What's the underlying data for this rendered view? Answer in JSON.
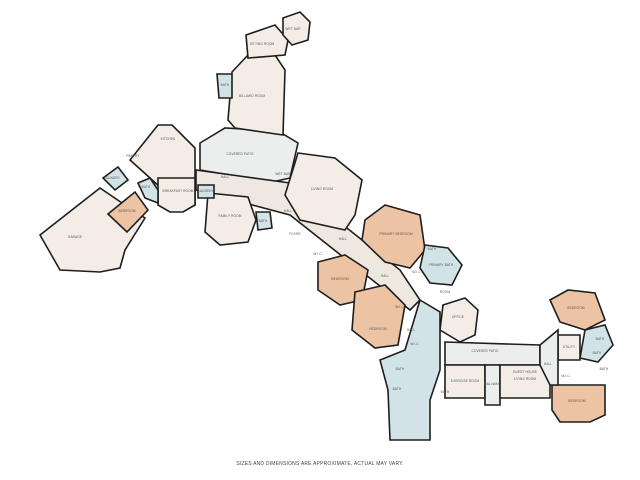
{
  "colors": {
    "floor": "#f3ede6",
    "bedroom": "#edc4a3",
    "bath": "#d2e3e7",
    "patio": "#eceeee",
    "wall": "#1e1e1e"
  },
  "rooms": [
    {
      "name": "WET BAR"
    },
    {
      "name": "SITTING ROOM"
    },
    {
      "name": "BILLIARD ROOM"
    },
    {
      "name": "BATH"
    },
    {
      "name": "KITCHEN"
    },
    {
      "name": "COVERED PATIO"
    },
    {
      "name": "PANTRY"
    },
    {
      "name": "LAUNDRY"
    },
    {
      "name": "BATH"
    },
    {
      "name": "BREAKFAST ROOM"
    },
    {
      "name": "HALL"
    },
    {
      "name": "LAUNDRY"
    },
    {
      "name": "WET BAR"
    },
    {
      "name": "LIVING ROOM"
    },
    {
      "name": "BEDROOM"
    },
    {
      "name": "GARAGE"
    },
    {
      "name": "FAMILY ROOM"
    },
    {
      "name": "BATH"
    },
    {
      "name": "HALL"
    },
    {
      "name": "FOYER"
    },
    {
      "name": "HALL"
    },
    {
      "name": "PRIMARY BEDROOM"
    },
    {
      "name": "W.I.C."
    },
    {
      "name": "BEDROOM"
    },
    {
      "name": "BATH"
    },
    {
      "name": "PRIMARY BATH"
    },
    {
      "name": "W.I.C."
    },
    {
      "name": "HALL"
    },
    {
      "name": "ROOM"
    },
    {
      "name": "BEDROOM"
    },
    {
      "name": "W.I.C."
    },
    {
      "name": "OFFICE"
    },
    {
      "name": "HALL"
    },
    {
      "name": "W.I.C."
    },
    {
      "name": "COVERED PATIO"
    },
    {
      "name": "BATH"
    },
    {
      "name": "BATH"
    },
    {
      "name": "EXERCISE ROOM"
    },
    {
      "name": "BATH"
    },
    {
      "name": "HALLWAY"
    },
    {
      "name": "GUEST HOUSE"
    },
    {
      "name": "LIVING ROOM"
    },
    {
      "name": "HALL"
    },
    {
      "name": "BEDROOM"
    },
    {
      "name": "BATH"
    },
    {
      "name": "UTILITY"
    },
    {
      "name": "BATH"
    },
    {
      "name": "BATH"
    },
    {
      "name": "W.I.C."
    },
    {
      "name": "BEDROOM"
    }
  ],
  "footer": "SIZES AND DIMENSIONS ARE APPROXIMATE, ACTUAL MAY VARY."
}
